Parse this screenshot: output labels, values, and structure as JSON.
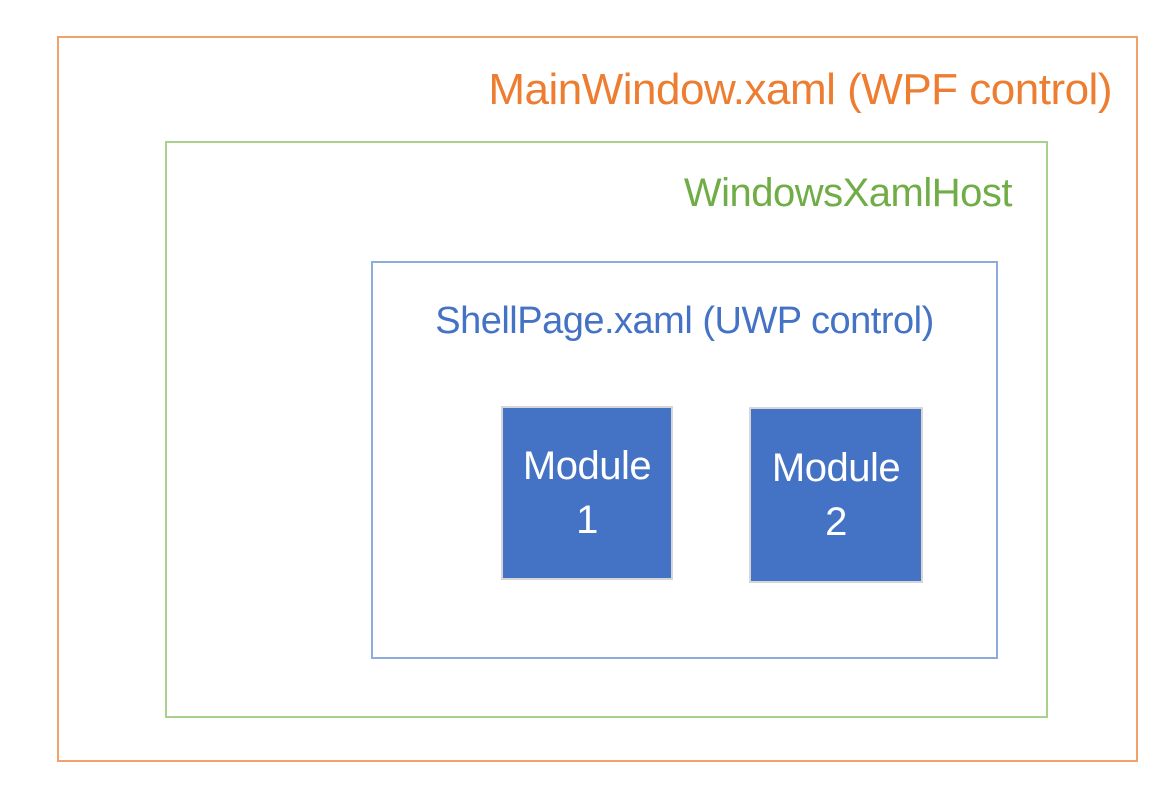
{
  "diagram": {
    "outer": {
      "label": "MainWindow.xaml (WPF control)"
    },
    "host": {
      "label": "WindowsXamlHost"
    },
    "shell": {
      "label": "ShellPage.xaml (UWP control)"
    },
    "modules": [
      {
        "line1": "Module",
        "line2": "1"
      },
      {
        "line1": "Module",
        "line2": "2"
      }
    ]
  },
  "colors": {
    "background": "#FFFFFF",
    "orange-text": "#ED7D31",
    "orange-border": "#F0A268",
    "green-text": "#70AD47",
    "green-border": "#A9D18E",
    "blue-text": "#4472C4",
    "blue-border": "#8FAADC",
    "module-fill": "#4472C4",
    "module-border": "#D6D6D6",
    "module-text": "#FFFFFF"
  }
}
